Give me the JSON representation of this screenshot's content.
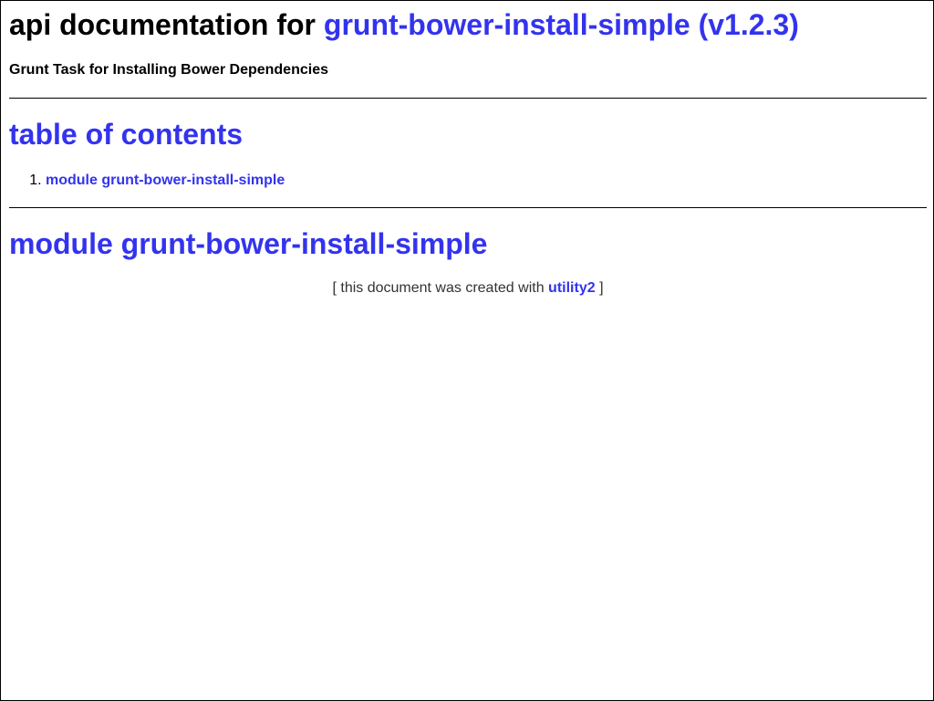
{
  "header": {
    "title_prefix": "api documentation for",
    "package_link": "grunt-bower-install-simple (v1.2.3)",
    "description": "Grunt Task for Installing Bower Dependencies"
  },
  "toc": {
    "title": "table of contents",
    "items": [
      {
        "label": "module grunt-bower-install-simple"
      }
    ]
  },
  "module": {
    "title": "module grunt-bower-install-simple"
  },
  "footer": {
    "open_bracket": "[",
    "text": "this document was created with",
    "link": "utility2",
    "close_bracket": "]"
  },
  "colors": {
    "link": "#3333ee",
    "text": "#000000",
    "footer_text": "#333333",
    "background": "#ffffff"
  }
}
